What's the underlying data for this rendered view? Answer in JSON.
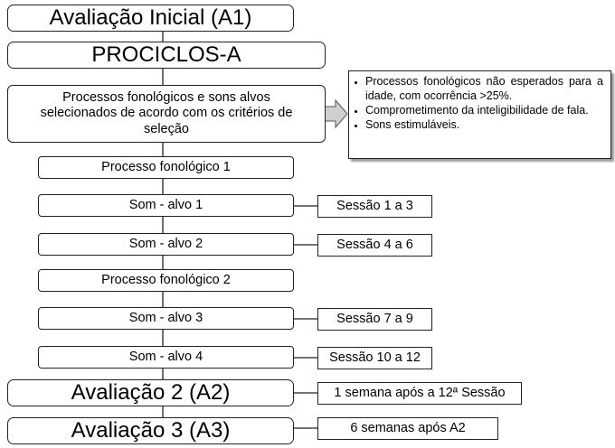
{
  "flow": {
    "a1": "Avaliação Inicial (A1)",
    "prociclos": "PROCICLOS-A",
    "selection": "Processos fonológicos e sons alvos selecionados de acordo com os critérios de seleção",
    "process1": "Processo fonológico 1",
    "target1": "Som - alvo 1",
    "target2": "Som - alvo 2",
    "process2": "Processo fonológico 2",
    "target3": "Som - alvo 3",
    "target4": "Som - alvo 4",
    "a2": "Avaliação 2 (A2)",
    "a3": "Avaliação 3 (A3)"
  },
  "sessions": {
    "s1": "Sessão 1 a 3",
    "s2": "Sessão 4 a 6",
    "s3": "Sessão 7 a 9",
    "s4": "Sessão 10 a 12",
    "a2_note": "1 semana após a 12ª Sessão",
    "a3_note": "6 semanas após A2"
  },
  "criteria": [
    "Processos fonológicos não esperados para a idade, com ocorrência >25%.",
    "Comprometimento da inteligibilidade de fala.",
    "Sons estimuláveis."
  ]
}
